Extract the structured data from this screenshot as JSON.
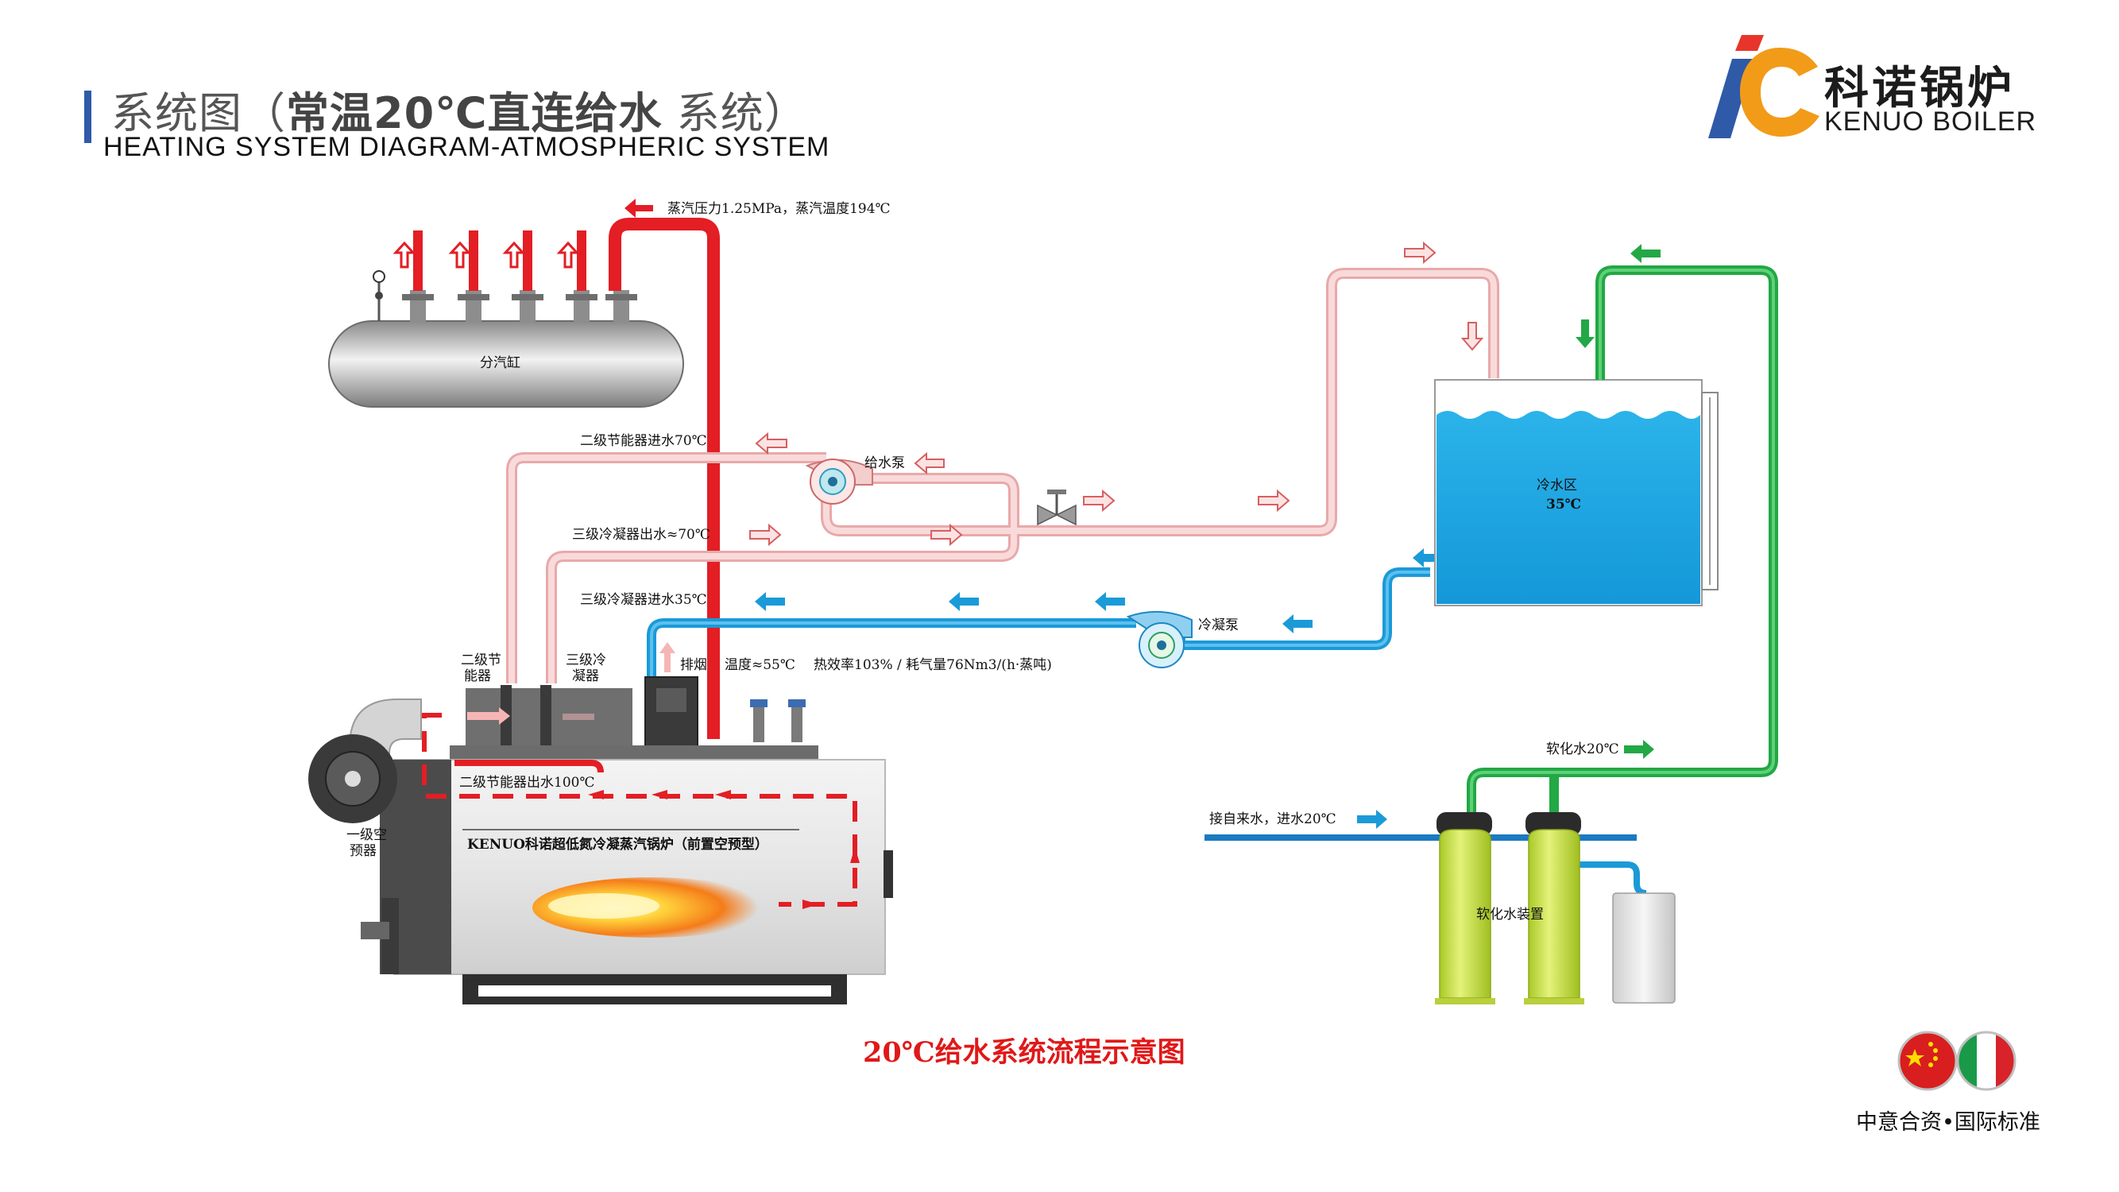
{
  "header": {
    "title_cn_prefix": "系统图（",
    "title_cn_bold": "常温20℃直连给水",
    "title_cn_suffix": " 系统）",
    "title_en": "HEATING SYSTEM DIAGRAM-ATMOSPHERIC SYSTEM"
  },
  "logo": {
    "name_cn": "科诺锅炉",
    "name_en": "KENUO BOILER"
  },
  "colors": {
    "steam": "#e31e24",
    "hot_water": "#f3c5c5",
    "cold_water": "#1b9ad8",
    "soft_water": "#22a844",
    "tank_water": "#1ea8e0",
    "softener": "#c8e23c",
    "accent_blue": "#2e5aa8"
  },
  "labels": {
    "steam_out": "蒸汽压力1.25MPa，蒸汽温度194℃",
    "steam_header": "分汽缸",
    "econ2_in": "二级节能器进水70℃",
    "feed_pump": "给水泵",
    "cond3_out": "三级冷凝器出水≈70℃",
    "cond3_in": "三级冷凝器进水35℃",
    "cond_pump": "冷凝泵",
    "econ2_short": "二级节\n能器",
    "cond3_short": "三级冷\n凝器",
    "exhaust": "排烟",
    "exhaust_temp": "温度≈55℃",
    "efficiency": "热效率103% / 耗气量76Nm3/(h·蒸吨)",
    "econ2_out": "二级节能器出水100℃",
    "boiler_name": "KENUO科诺超低氮冷凝蒸汽锅炉（前置空预型）",
    "air_preheater": "一级空\n预器",
    "cold_zone": "冷水区",
    "cold_zone_temp": "35℃",
    "soft_water": "软化水20℃",
    "tap_water": "接自来水，进水20℃",
    "softener": "软化水装置",
    "caption": "20℃给水系统流程示意图"
  },
  "footer": {
    "flags_caption": "中意合资•国际标准",
    "flag_left": "china-flag-icon",
    "flag_right": "italy-flag-icon"
  }
}
